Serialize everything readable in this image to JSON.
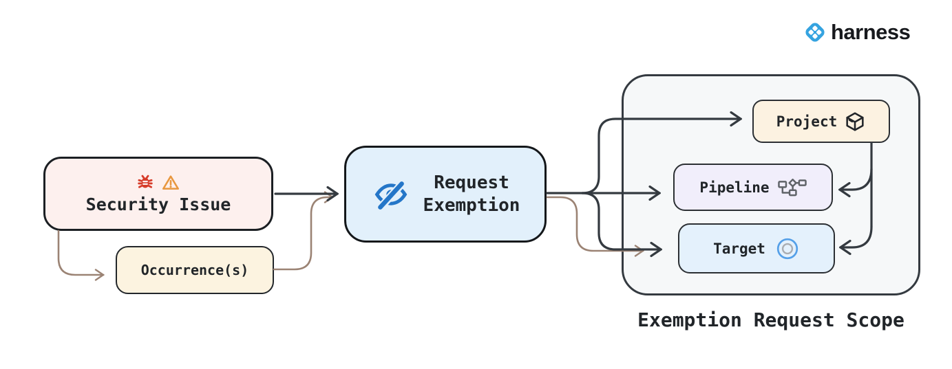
{
  "logo": {
    "brand": "harness",
    "brand_color": "#35a3e0"
  },
  "nodes": {
    "security_issue": {
      "label": "Security Issue",
      "icons": [
        "bug-icon",
        "warning-icon"
      ],
      "bg": "#fdf0ee"
    },
    "occurrence": {
      "label": "Occurrence(s)",
      "bg": "#fcf3e0"
    },
    "request_exemption": {
      "line1": "Request",
      "line2": "Exemption",
      "icon": "eye-off-icon",
      "bg": "#e2f0fb"
    },
    "project": {
      "label": "Project",
      "icon": "package-cube-icon",
      "bg": "#fcf2e1"
    },
    "pipeline": {
      "label": "Pipeline",
      "icon": "pipeline-graph-icon",
      "bg": "#f1eefb"
    },
    "target": {
      "label": "Target",
      "icon": "target-icon",
      "bg": "#e4f1fc"
    }
  },
  "scope": {
    "label": "Exemption Request Scope",
    "bg": "#f6f8f9"
  },
  "edges": [
    {
      "from": "security_issue",
      "to": "request_exemption",
      "style": "dark"
    },
    {
      "from": "security_issue",
      "to": "occurrence",
      "style": "brown"
    },
    {
      "from": "occurrence",
      "to": "request_exemption",
      "style": "brown"
    },
    {
      "from": "request_exemption",
      "to": "project",
      "style": "dark"
    },
    {
      "from": "request_exemption",
      "to": "pipeline",
      "style": "dark"
    },
    {
      "from": "request_exemption",
      "to": "target",
      "style": "dark"
    },
    {
      "from": "occurrence",
      "to": "target",
      "style": "brown"
    },
    {
      "from": "project",
      "to": "pipeline",
      "style": "dark"
    },
    {
      "from": "project",
      "to": "target",
      "style": "dark"
    }
  ],
  "colors": {
    "connector_dark": "#343a40",
    "connector_brown": "#9b8374",
    "bug_red": "#d63c2a",
    "warning_orange": "#e8973f",
    "eye_blue": "#2476c8",
    "target_ring_blue": "#55a0e8",
    "pipeline_icon_gray": "#5f6368"
  }
}
